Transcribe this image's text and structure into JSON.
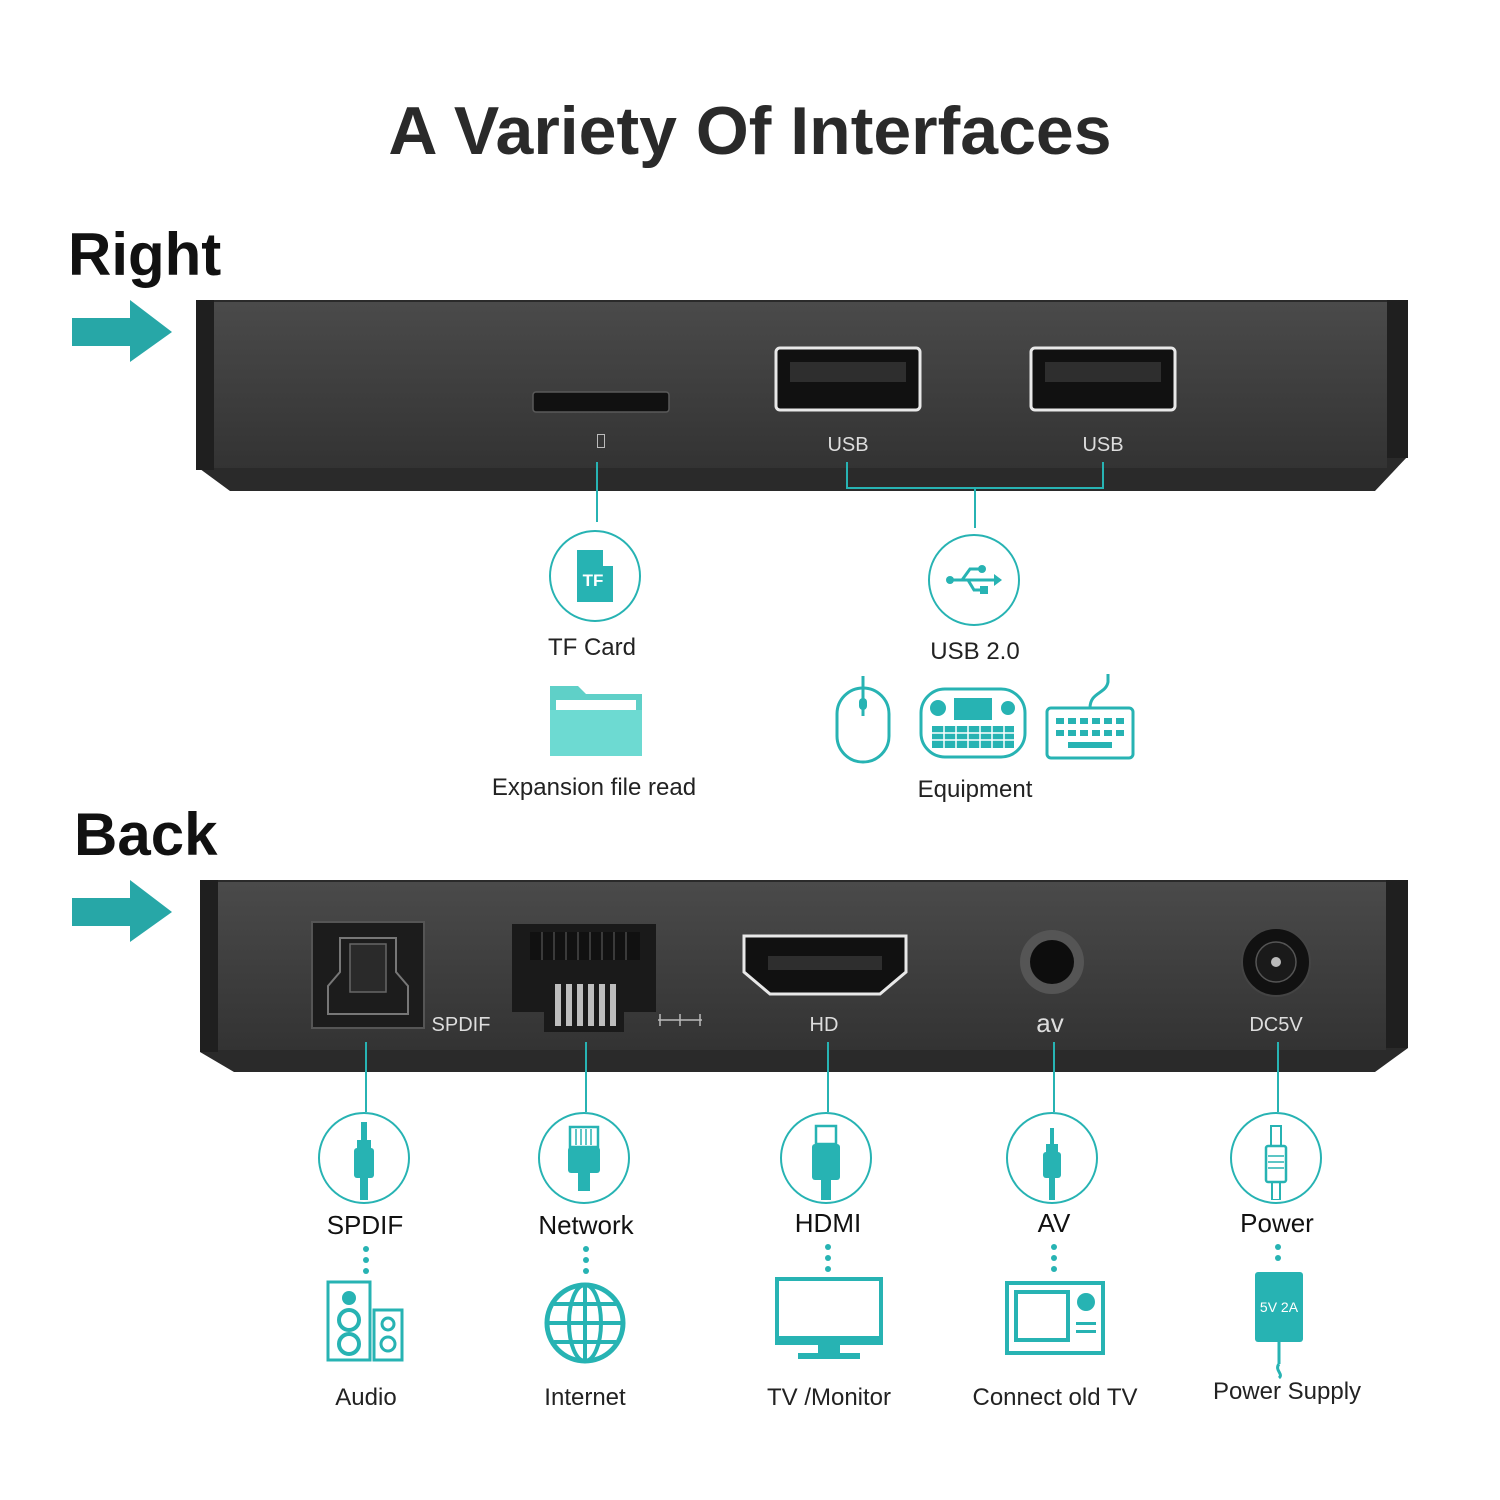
{
  "title": "A Variety Of Interfaces",
  "right": {
    "heading": "Right",
    "ports": {
      "usb1": "USB",
      "usb2": "USB"
    },
    "tf": {
      "label": "TF Card",
      "icon_text": "TF",
      "sub_label": "Expansion file read"
    },
    "usb": {
      "label": "USB 2.0",
      "sub_label": "Equipment"
    }
  },
  "back": {
    "heading": "Back",
    "ports": {
      "spdif": "SPDIF",
      "hd": "HD",
      "av": "av",
      "dc": "DC5V"
    },
    "items": [
      {
        "label": "SPDIF",
        "sub_label": "Audio"
      },
      {
        "label": "Network",
        "sub_label": "Internet"
      },
      {
        "label": "HDMI",
        "sub_label": "TV /Monitor"
      },
      {
        "label": "AV",
        "sub_label": "Connect old TV"
      },
      {
        "label": "Power",
        "sub_label": "Power Supply",
        "adapter_text": "5V 2A"
      }
    ]
  },
  "colors": {
    "accent": "#27b3b3",
    "device": "#3b3b3b",
    "text": "#222222"
  }
}
